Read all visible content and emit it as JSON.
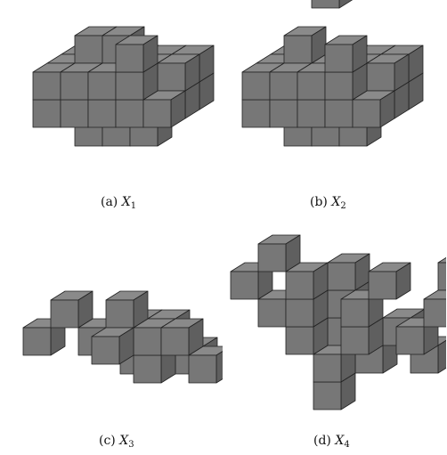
{
  "figure": {
    "colors": {
      "front": "#777777",
      "top": "#8a8a8a",
      "side": "#5f5f5f",
      "edge": "#222222",
      "background": "#ffffff"
    },
    "panels": [
      {
        "id": "x1",
        "caption": {
          "label": "(a)",
          "symbol": "X",
          "subscript": "1"
        },
        "voxels": [
          [
            0,
            1,
            0
          ],
          [
            0,
            1,
            1
          ],
          [
            0,
            1,
            2
          ],
          [
            0,
            2,
            0
          ],
          [
            0,
            2,
            1
          ],
          [
            0,
            2,
            2
          ],
          [
            1,
            0,
            1
          ],
          [
            1,
            0,
            2
          ],
          [
            1,
            1,
            0
          ],
          [
            1,
            1,
            1
          ],
          [
            1,
            1,
            2
          ],
          [
            1,
            2,
            0
          ],
          [
            1,
            2,
            1
          ],
          [
            1,
            2,
            2
          ],
          [
            1,
            3,
            1
          ],
          [
            2,
            0,
            1
          ],
          [
            2,
            1,
            0
          ],
          [
            2,
            1,
            1
          ],
          [
            2,
            1,
            2
          ],
          [
            2,
            2,
            0
          ],
          [
            2,
            2,
            1
          ],
          [
            2,
            2,
            2
          ],
          [
            2,
            3,
            1
          ],
          [
            3,
            0,
            1
          ],
          [
            3,
            1,
            0
          ],
          [
            3,
            1,
            1
          ],
          [
            3,
            1,
            2
          ],
          [
            3,
            2,
            0
          ],
          [
            3,
            2,
            1
          ],
          [
            3,
            2,
            2
          ],
          [
            3,
            3,
            0
          ],
          [
            4,
            1,
            0
          ],
          [
            4,
            1,
            1
          ],
          [
            4,
            1,
            2
          ],
          [
            4,
            2,
            1
          ],
          [
            4,
            2,
            2
          ]
        ]
      },
      {
        "id": "x2",
        "caption": {
          "label": "(b)",
          "symbol": "X",
          "subscript": "2"
        },
        "voxels": [
          [
            0,
            1,
            0
          ],
          [
            0,
            1,
            1
          ],
          [
            0,
            1,
            2
          ],
          [
            0,
            2,
            0
          ],
          [
            0,
            2,
            1
          ],
          [
            0,
            2,
            2
          ],
          [
            1,
            0,
            1
          ],
          [
            1,
            0,
            2
          ],
          [
            1,
            1,
            0
          ],
          [
            1,
            1,
            1
          ],
          [
            1,
            1,
            2
          ],
          [
            1,
            2,
            0
          ],
          [
            1,
            2,
            1
          ],
          [
            1,
            2,
            2
          ],
          [
            1,
            3,
            1
          ],
          [
            2,
            0,
            1
          ],
          [
            2,
            1,
            0
          ],
          [
            2,
            1,
            1
          ],
          [
            2,
            1,
            2
          ],
          [
            2,
            2,
            0
          ],
          [
            2,
            2,
            1
          ],
          [
            2,
            2,
            2
          ],
          [
            3,
            0,
            1
          ],
          [
            3,
            1,
            0
          ],
          [
            3,
            1,
            1
          ],
          [
            3,
            1,
            2
          ],
          [
            3,
            2,
            0
          ],
          [
            3,
            2,
            1
          ],
          [
            3,
            2,
            2
          ],
          [
            3,
            3,
            0
          ],
          [
            4,
            1,
            0
          ],
          [
            4,
            1,
            1
          ],
          [
            4,
            1,
            2
          ],
          [
            4,
            2,
            1
          ],
          [
            4,
            2,
            2
          ],
          [
            2,
            5,
            1
          ]
        ]
      },
      {
        "id": "x3",
        "caption": {
          "label": "(c)",
          "symbol": "X",
          "subscript": "3"
        },
        "voxels": [
          [
            0,
            1,
            1
          ],
          [
            1,
            2,
            1
          ],
          [
            2,
            1,
            1
          ],
          [
            3,
            1,
            2
          ],
          [
            3,
            2,
            1
          ],
          [
            3,
            0,
            2
          ],
          [
            3,
            1,
            0
          ],
          [
            4,
            1,
            1
          ],
          [
            4,
            0,
            1
          ],
          [
            4,
            1,
            2
          ],
          [
            5,
            0,
            2
          ],
          [
            5,
            1,
            1
          ],
          [
            6,
            0,
            1
          ],
          [
            7,
            0,
            2
          ],
          [
            8,
            0,
            0
          ]
        ]
      },
      {
        "id": "x4",
        "caption": {
          "label": "(d)",
          "symbol": "X",
          "subscript": "4"
        },
        "voxels": [
          [
            0,
            4,
            0
          ],
          [
            1,
            5,
            0
          ],
          [
            1,
            3,
            0
          ],
          [
            2,
            4,
            0
          ],
          [
            3,
            4,
            1
          ],
          [
            3,
            3,
            1
          ],
          [
            3,
            2,
            1
          ],
          [
            2,
            3,
            0
          ],
          [
            2,
            2,
            0
          ],
          [
            3,
            1,
            0
          ],
          [
            3,
            0,
            0
          ],
          [
            4,
            3,
            0
          ],
          [
            4,
            2,
            0
          ],
          [
            4,
            1,
            1
          ],
          [
            5,
            4,
            0
          ],
          [
            6,
            2,
            0
          ],
          [
            7,
            3,
            0
          ],
          [
            7,
            4,
            1
          ],
          [
            6,
            1,
            1
          ],
          [
            5,
            2,
            1
          ]
        ]
      }
    ]
  }
}
